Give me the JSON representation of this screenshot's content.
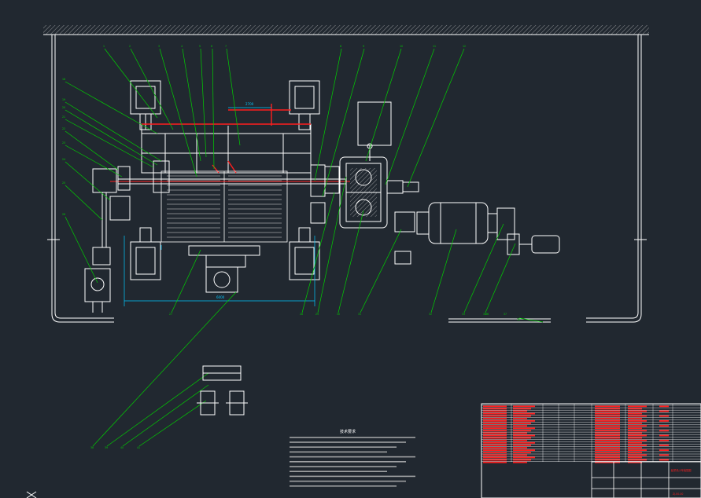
{
  "drawing": {
    "background": "#212830",
    "colors": {
      "outline": "#ffffff",
      "leader": "#00d000",
      "dimension": "#00c8ff",
      "highlight": "#ff1e1e",
      "hatch": "#dcdcdc",
      "table_fill": "#ff1e1e"
    },
    "left_labels": [
      "1",
      "2",
      "3",
      "4",
      "5",
      "6",
      "7"
    ],
    "right_labels": [
      "8",
      "9",
      "10",
      "11",
      "12"
    ],
    "side_labels": [
      "18",
      "19",
      "20",
      "21",
      "22",
      "23",
      "24",
      "25",
      "26"
    ],
    "bottom_labels": [
      "27",
      "28",
      "29",
      "30",
      "31",
      "32",
      "33",
      "34",
      "35",
      "36",
      "37"
    ],
    "bottom_left_labels": [
      "38",
      "39",
      "40",
      "41"
    ],
    "dimension_labels": [
      "2700",
      "6000"
    ],
    "notes_title": "技术要求",
    "title_block": {
      "drawing_name": "起重机小车装配图",
      "drawing_no": "ZJ-00-00"
    }
  }
}
